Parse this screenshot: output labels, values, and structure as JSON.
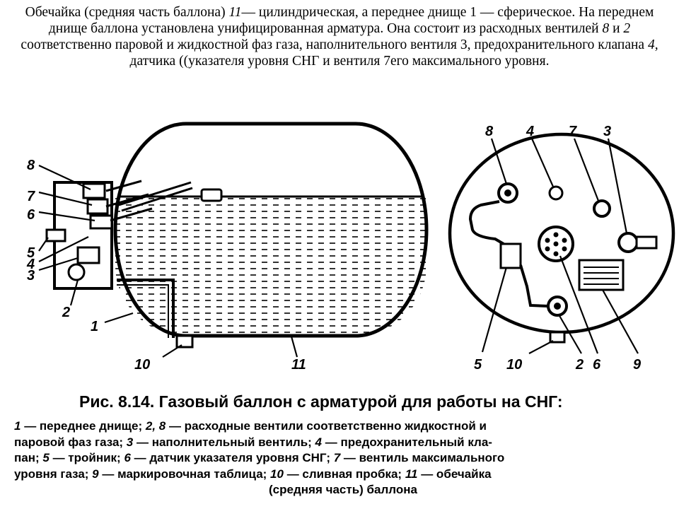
{
  "intro": {
    "p1": "Обечайка (средняя часть баллона) ",
    "n11": "11",
    "p2": "— цилиндрическая, а переднее днище 1 — сферическое. На переднем днище баллона установлена унифицированная арматура. Она состоит из расходных вентилей ",
    "n8": "8",
    "p3": " и ",
    "n2": "2",
    "p4": " соответственно паровой и жидкостной фаз газа, наполнительного вентиля 3, предохранительного клапана ",
    "n4": "4,",
    "p5": " датчика ((указателя уровня СНГ и вентиля 7его максимального уровня."
  },
  "diagram": {
    "left_labels": [
      "8",
      "7",
      "6",
      "5",
      "4",
      "3",
      "2",
      "1",
      "10",
      "11"
    ],
    "right_labels": [
      "8",
      "4",
      "7",
      "3",
      "5",
      "10",
      "2",
      "6",
      "9"
    ]
  },
  "caption": "Рис. 8.14. Газовый баллон с арматурой для работы на СНГ:",
  "legend": {
    "l1a": "1",
    "l1b": " — переднее днище; ",
    "l1c": "2, 8",
    "l1d": " — расходные вентили соответственно жидкостной и",
    "l2a": "паровой фаз газа; ",
    "l2b": "3",
    "l2c": " — наполнительный вентиль; ",
    "l2d": "4",
    "l2e": " — предохранительный кла-",
    "l3a": "пан; ",
    "l3b": "5",
    "l3c": " — тройник; ",
    "l3d": "6",
    "l3e": " — датчик указателя уровня СНГ; ",
    "l3f": "7",
    "l3g": " — вентиль максимального",
    "l4a": "уровня газа; ",
    "l4b": "9",
    "l4c": " — маркировочная таблица; ",
    "l4d": "10",
    "l4e": " — сливная пробка; ",
    "l4f": "11",
    "l4g": " — обечайка",
    "l5": "(средняя часть) баллона"
  }
}
